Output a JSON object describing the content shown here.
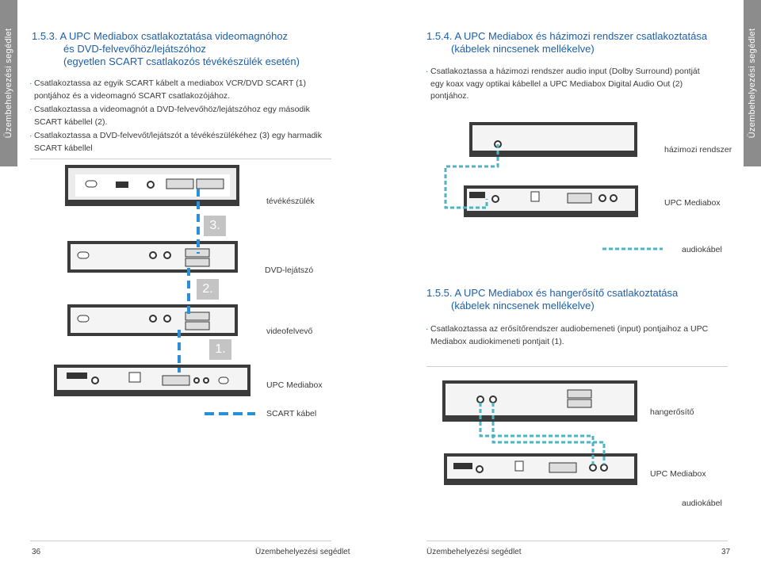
{
  "left": {
    "tab_label": "Üzembehelyezési segédlet",
    "section": {
      "number": "1.5.3.",
      "title_line1": "A UPC Mediabox csatlakoztatása videomagnóhoz",
      "title_line2": "és DVD-felvevőhöz/lejátszóhoz",
      "title_line3": "(egyetlen SCART csatlakozós tévékészülék esetén)"
    },
    "bullets": [
      "Csatlakoztassa az egyik SCART kábelt a mediabox VCR/DVD SCART (1) pontjához és a videomagnó SCART csatlakozójához.",
      "Csatlakoztassa a videomagnót a DVD-felvevőhöz/lejátszóhoz egy második SCART kábellel (2).",
      "Csatlakoztassa a DVD-felvevőt/lejátszót a tévékészülékéhez (3) egy harmadik SCART kábellel"
    ],
    "labels": {
      "tv": "tévékészülék",
      "dvd": "DVD-lejátszó",
      "vcr": "videofelvevő",
      "mediabox": "UPC Mediabox",
      "scart": "SCART kábel"
    },
    "markers": {
      "m3": "3.",
      "m2": "2.",
      "m1": "1."
    },
    "footer": {
      "page_number": "36",
      "text": "Üzembehelyezési segédlet"
    }
  },
  "right": {
    "tab_label": "Üzembehelyezési segédlet",
    "section1": {
      "number": "1.5.4.",
      "title_line1": "A UPC Mediabox és házimozi rendszer csatlakoztatása",
      "title_line2": "(kábelek nincsenek mellékelve)"
    },
    "bullets1": [
      "Csatlakoztassa a házimozi rendszer audio input (Dolby Surround) pontját egy koax vagy optikai kábellel a UPC Mediabox Digital Audio Out (2) pontjához."
    ],
    "labels1": {
      "homecinema": "házimozi rendszer",
      "mediabox": "UPC Mediabox",
      "audio": "audiokábel"
    },
    "section2": {
      "number": "1.5.5.",
      "title_line1": "A UPC Mediabox és hangerősítő csatlakoztatása",
      "title_line2": "(kábelek nincsenek mellékelve)"
    },
    "bullets2": [
      "Csatlakoztassa az erősítőrendszer audiobemeneti (input) pontjaihoz a UPC Mediabox audiokimeneti pontjait (1)."
    ],
    "labels2": {
      "amp": "hangerősítő",
      "mediabox": "UPC Mediabox",
      "audio": "audiokábel"
    },
    "footer": {
      "text": "Üzembehelyezési segédlet",
      "page_number": "37"
    }
  },
  "colors": {
    "accent": "#1d5fa8",
    "cable_blue": "#2b8fd6",
    "audio_teal": "#4fb3c4",
    "tab_gray": "#8c8c8c",
    "device_dark": "#3b3b3b"
  }
}
